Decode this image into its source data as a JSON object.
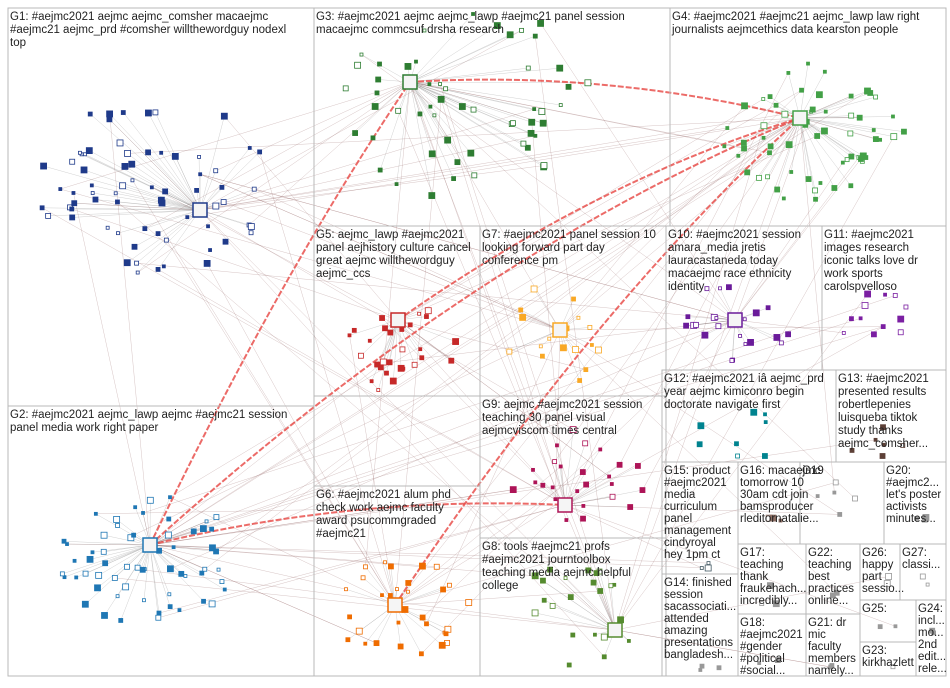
{
  "graph": {
    "groups": [
      {
        "id": "G1",
        "lines": [
          "G1: #aejmc2021 aejmc aejmc_comsher macaejmc",
          "#aejmc21 aejmc_prd #comsher willthewordguy nodexl",
          "top"
        ],
        "color": "#1f3a8a"
      },
      {
        "id": "G2",
        "lines": [
          "G2: #aejmc2021 aejmc_lawp aejmc #aejmc21 session",
          "panel media work right paper"
        ],
        "color": "#1f77b4"
      },
      {
        "id": "G3",
        "lines": [
          "G3: #aejmc2021 aejmc aejmc_lawp #aejmc21 panel session",
          "macaejmc commcsuf drsha research"
        ],
        "color": "#2e7d32"
      },
      {
        "id": "G4",
        "lines": [
          "G4: #aejmc2021 #aejmc21 aejmc_lawp law right",
          "journalists aejmcethics data kearston people"
        ],
        "color": "#43a047"
      },
      {
        "id": "G5",
        "lines": [
          "G5: aejmc_lawp #aejmc2021",
          "panel aejhistory culture cancel",
          "great aejmc willthewordguy",
          "aejmc_ccs"
        ],
        "color": "#c62828"
      },
      {
        "id": "G6",
        "lines": [
          "G6: #aejmc2021 alum phd",
          "check work aejmc faculty",
          "award psucommgraded",
          "#aejmc21"
        ],
        "color": "#ef6c00"
      },
      {
        "id": "G7",
        "lines": [
          "G7: #aejmc2021 panel session 10",
          "looking forward part day",
          "conference pm"
        ],
        "color": "#f9a825"
      },
      {
        "id": "G8",
        "lines": [
          "G8: tools #aejmc21 profs",
          "#aejmc2021 journtoolbox",
          "teaching media aejmc helpful",
          "college"
        ],
        "color": "#558b2f"
      },
      {
        "id": "G9",
        "lines": [
          "G9: aejmc #aejmc2021 session",
          "teaching 30 panel visual",
          "aejmcviscom times central"
        ],
        "color": "#ad1457"
      },
      {
        "id": "G10",
        "lines": [
          "G10: #aejmc2021 session",
          "amara_media jretis",
          "lauracastaneda today",
          "macaejmc race ethnicity",
          "identity"
        ],
        "color": "#6a1b9a"
      },
      {
        "id": "G11",
        "lines": [
          "G11: #aejmc2021",
          "images research",
          "iconic talks love dr",
          "work sports",
          "carolspvelloso"
        ],
        "color": "#7b1fa2"
      },
      {
        "id": "G12",
        "lines": [
          "G12: #aejmc2021 iâ aejmc_prd",
          "year aejmc kimiconro begin",
          "doctorate navigate first"
        ],
        "color": "#00838f"
      },
      {
        "id": "G13",
        "lines": [
          "G13: #aejmc2021",
          "presented results",
          "robertlepenies",
          "luisqueba tiktok",
          "study thanks",
          "aejmc_comsher..."
        ],
        "color": "#5d4037"
      },
      {
        "id": "G15",
        "lines": [
          "G15: product",
          "#aejmc2021",
          "media",
          "curriculum",
          "panel",
          "management",
          "cindyroyal",
          "hey 1pm ct"
        ],
        "color": "#455a64"
      },
      {
        "id": "G16",
        "lines": [
          "G16: macaejmc",
          "tomorrow 10",
          "30am cdt join",
          "bamsproducer",
          "rleditornatalie..."
        ],
        "color": "#8d6e63"
      },
      {
        "id": "G19",
        "lines": [
          "G19"
        ],
        "color": "#999999"
      },
      {
        "id": "G20",
        "lines": [
          "G20:",
          "#aejmc2...",
          "let's poster",
          "activists",
          "minutes..."
        ],
        "color": "#999999"
      },
      {
        "id": "G14",
        "lines": [
          "G14: finished",
          "session",
          "sacassociati...",
          "attended",
          "amazing",
          "presentations",
          "bangladesh..."
        ],
        "color": "#999999"
      },
      {
        "id": "G17",
        "lines": [
          "G17:",
          "teaching",
          "thank",
          "fraukehach...",
          "incredibly..."
        ],
        "color": "#999999"
      },
      {
        "id": "G22",
        "lines": [
          "G22:",
          "teaching",
          "best",
          "practices",
          "online..."
        ],
        "color": "#999999"
      },
      {
        "id": "G26",
        "lines": [
          "G26:",
          "happy",
          "part",
          "sessio..."
        ],
        "color": "#999999"
      },
      {
        "id": "G27",
        "lines": [
          "G27:",
          "classi..."
        ],
        "color": "#999999"
      },
      {
        "id": "G18",
        "lines": [
          "G18:",
          "#aejmc2021",
          "#gender",
          "#political",
          "#social..."
        ],
        "color": "#999999"
      },
      {
        "id": "G21",
        "lines": [
          "G21: dr",
          "mic",
          "faculty",
          "members",
          "namely..."
        ],
        "color": "#999999"
      },
      {
        "id": "G25",
        "lines": [
          "G25:"
        ],
        "color": "#999999"
      },
      {
        "id": "G23",
        "lines": [
          "G23:",
          "kirkhazlett"
        ],
        "color": "#999999"
      },
      {
        "id": "G24",
        "lines": [
          "G24:",
          "incl...",
          "mo...",
          "2nd",
          "edit...",
          "rele..."
        ],
        "color": "#999999"
      }
    ]
  }
}
